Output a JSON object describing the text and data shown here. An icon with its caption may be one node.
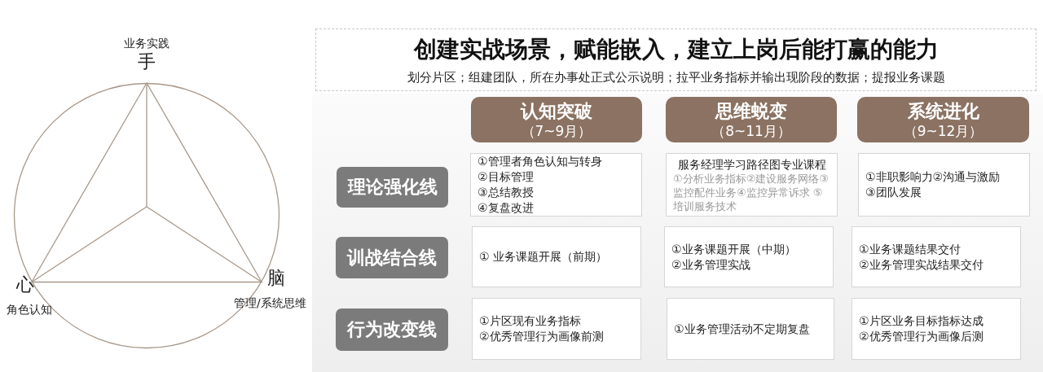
{
  "diagram": {
    "nodes": [
      {
        "text": [
          "创建实战场景，赋能嵌入，建立上岗后能打赢的能力",
          "划分片区；组建团队，所在办事处正式公示说明；拉平业务指标并输出现阶段的数据；提报业务课题"
        ]
      },
      {
        "text": [
          "认知突破",
          "（7~9月）"
        ]
      },
      {
        "text": [
          "思维蜕变",
          "（8~11月）"
        ]
      },
      {
        "text": [
          "系统进化",
          "（9~12月）"
        ]
      },
      {
        "text": [
          "理论强化线"
        ]
      },
      {
        "text": [
          "①管理者角色认知与转身",
          "②目标管理",
          "③总结教授",
          "④复盘改进"
        ]
      },
      {
        "text": [
          "服务经理学习路径图专业课程",
          "①分析业务指标②建设服务网络③监控配件业务④监控异常诉求 ⑤培训服务技术"
        ]
      },
      {
        "text": [
          "①非职影响力②沟通与激励",
          "③团队发展"
        ]
      },
      {
        "text": [
          "训战结合线"
        ]
      },
      {
        "text": [
          "① 业务课题开展（前期）"
        ]
      },
      {
        "text": [
          "①业务课题开展（中期）",
          "②业务管理实战"
        ]
      },
      {
        "text": [
          "①业务课题结果交付",
          "②业务管理实战结果交付"
        ]
      },
      {
        "text": [
          "行为改变线"
        ]
      },
      {
        "text": [
          "①片区现有业务指标",
          "②优秀管理行为画像前测"
        ]
      },
      {
        "text": [
          "①业务管理活动不定期复盘"
        ]
      },
      {
        "text": [
          "①片区业务目标指标达成",
          "②优秀管理行为画像后测"
        ]
      }
    ],
    "edges": [],
    "labels": [
      "业务实践",
      "手",
      "心",
      "角色认知",
      "脑",
      "管理/系统思维"
    ]
  }
}
